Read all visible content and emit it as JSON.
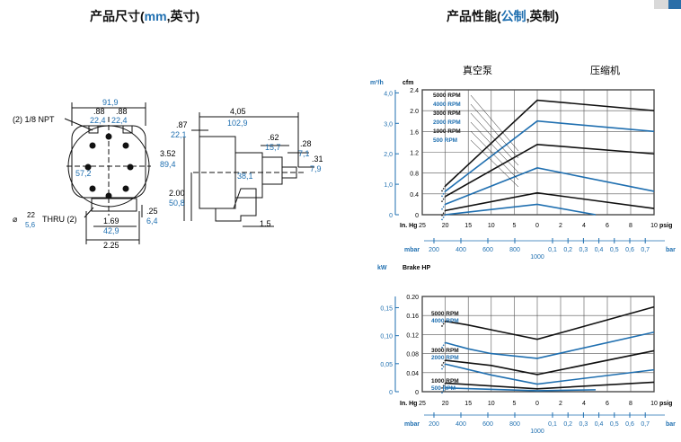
{
  "headings": {
    "dimensions": {
      "text": "产品尺寸(",
      "unit_blue": "mm",
      "unit_rest": ",英寸)"
    },
    "performance": {
      "text": "产品性能(",
      "unit_blue": "公制",
      "unit_rest": ",英制)"
    }
  },
  "colors": {
    "black": "#111111",
    "blue": "#1f6fb0",
    "grid": "#444444"
  },
  "drawing": {
    "npt": "(2) 1/8 NPT",
    "width_in": "91,9",
    "width_mm_note": "",
    "port_in_1": ".88",
    "port_in_2": ".88",
    "port_mm_1": "22,4",
    "port_mm_2": "22,4",
    "center": "57,2",
    "hole_dia_prefix": "⌀",
    "hole_num": "22",
    "hole_den": "5,6",
    "hole_thru": "THRU (2)",
    "base_in_1": "1.69",
    "base_mm_1": "42,9",
    "base_in_2": "2.25",
    "foot_in": ".25",
    "foot_mm": "6,4",
    "side_top_in": ".87",
    "side_top_mm": "22,1",
    "len_in": "4,05",
    "len_mm": "102,9",
    "h_in": "3.52",
    "h_mm": "89,4",
    "shaft_in": ".62",
    "shaft_mm": "15,7",
    "key_in": ".28",
    "key_mm": "7,1",
    "shaft_d_in": ".31",
    "shaft_d_mm": "7,9",
    "body_mm": "38,1",
    "base_h_in": "2.00",
    "base_h_mm": "50,8",
    "base_off": "1.5"
  },
  "chart_labels": {
    "vacuum": "真空泵",
    "compressor": "压缩机",
    "m3h": "m³/h",
    "cfm": "cfm",
    "kw": "kW",
    "bhp": "Brake HP",
    "in_hg": "In. Hg",
    "psig": "psig",
    "mbar": "mbar",
    "bar": "bar",
    "mbar_zero": "1000"
  },
  "chart_data": [
    {
      "type": "line",
      "title": "",
      "ylabel": "cfm",
      "ylabel_secondary": "m³/h",
      "ylim": [
        0,
        2.4
      ],
      "y_ticks": [
        0,
        0.4,
        0.8,
        1.2,
        1.6,
        2.0,
        2.4
      ],
      "y2_ticks": [
        "0",
        "1,0",
        "2,0",
        "3,0",
        "4,0"
      ],
      "x_left_ticks": [
        "25",
        "20",
        "15",
        "10",
        "5",
        "0"
      ],
      "x_right_ticks": [
        "2",
        "4",
        "6",
        "8",
        "10"
      ],
      "mbar_ticks": [
        "200",
        "400",
        "600",
        "800"
      ],
      "bar_ticks": [
        "0,1",
        "0,2",
        "0,3",
        "0,4",
        "0,5",
        "0,6",
        "0,7"
      ],
      "series": [
        {
          "name": "5000 RPM",
          "color": "black",
          "vac_x": [
            20,
            0
          ],
          "vac_y": [
            0.55,
            2.2
          ],
          "pr_x": [
            0,
            10
          ],
          "pr_y": [
            2.2,
            2.0
          ]
        },
        {
          "name": "4000 RPM",
          "color": "blue",
          "vac_x": [
            20,
            0
          ],
          "vac_y": [
            0.45,
            1.8
          ],
          "pr_x": [
            0,
            10
          ],
          "pr_y": [
            1.8,
            1.6
          ]
        },
        {
          "name": "3000 RPM",
          "color": "black",
          "vac_x": [
            20,
            0
          ],
          "vac_y": [
            0.35,
            1.35
          ],
          "pr_x": [
            0,
            10
          ],
          "pr_y": [
            1.35,
            1.17
          ]
        },
        {
          "name": "2000 RPM",
          "color": "blue",
          "vac_x": [
            20,
            0
          ],
          "vac_y": [
            0.2,
            0.9
          ],
          "pr_x": [
            0,
            10
          ],
          "pr_y": [
            0.9,
            0.45
          ]
        },
        {
          "name": "1000 RPM",
          "color": "black",
          "vac_x": [
            20,
            0
          ],
          "vac_y": [
            0.08,
            0.42
          ],
          "pr_x": [
            0,
            10
          ],
          "pr_y": [
            0.42,
            0.12
          ]
        },
        {
          "name": "500 RPM",
          "color": "blue",
          "vac_x": [
            20,
            0
          ],
          "vac_y": [
            0.0,
            0.2
          ],
          "pr_x": [
            0,
            5
          ],
          "pr_y": [
            0.2,
            0.0
          ]
        }
      ]
    },
    {
      "type": "line",
      "title": "",
      "ylabel": "Brake HP",
      "ylabel_secondary": "kW",
      "ylim": [
        0,
        0.2
      ],
      "y_ticks": [
        0,
        0.04,
        0.08,
        0.12,
        0.16,
        0.2
      ],
      "y_tick_labels": [
        "0",
        "0.04",
        "0.08",
        "0.12",
        "0.16",
        "0.20"
      ],
      "y2_ticks": [
        "0",
        "0,05",
        "0,10",
        "0,15"
      ],
      "x_left_ticks": [
        "25",
        "20",
        "15",
        "10",
        "5",
        "0"
      ],
      "x_right_ticks": [
        "2",
        "4",
        "6",
        "8",
        "10"
      ],
      "mbar_ticks": [
        "200",
        "400",
        "600",
        "800"
      ],
      "bar_ticks": [
        "0,1",
        "0,2",
        "0,3",
        "0,4",
        "0,5",
        "0,6",
        "0,7"
      ],
      "series": [
        {
          "name": "5000 RPM",
          "color": "black",
          "vac_x": [
            20,
            15,
            10,
            0
          ],
          "vac_y": [
            0.148,
            0.14,
            0.13,
            0.11
          ],
          "pr_x": [
            0,
            10
          ],
          "pr_y": [
            0.11,
            0.178
          ]
        },
        {
          "name": "4000 RPM",
          "color": "blue",
          "vac_x": [
            20,
            15,
            10,
            0
          ],
          "vac_y": [
            0.103,
            0.09,
            0.08,
            0.07
          ],
          "pr_x": [
            0,
            10
          ],
          "pr_y": [
            0.07,
            0.125
          ]
        },
        {
          "name": "3000 RPM",
          "color": "black",
          "vac_x": [
            20,
            10,
            0
          ],
          "vac_y": [
            0.066,
            0.055,
            0.036
          ],
          "pr_x": [
            0,
            10
          ],
          "pr_y": [
            0.036,
            0.086
          ]
        },
        {
          "name": "2000 RPM",
          "color": "blue",
          "vac_x": [
            20,
            10,
            0
          ],
          "vac_y": [
            0.058,
            0.035,
            0.016
          ],
          "pr_x": [
            0,
            10
          ],
          "pr_y": [
            0.016,
            0.046
          ]
        },
        {
          "name": "1000 RPM",
          "color": "black",
          "vac_x": [
            20,
            0
          ],
          "vac_y": [
            0.018,
            0.006
          ],
          "pr_x": [
            0,
            10
          ],
          "pr_y": [
            0.006,
            0.02
          ]
        },
        {
          "name": "500 RPM",
          "color": "blue",
          "vac_x": [
            20,
            0
          ],
          "vac_y": [
            0.008,
            0.002
          ],
          "pr_x": [
            0,
            5
          ],
          "pr_y": [
            0.002,
            0.004
          ]
        }
      ]
    }
  ]
}
